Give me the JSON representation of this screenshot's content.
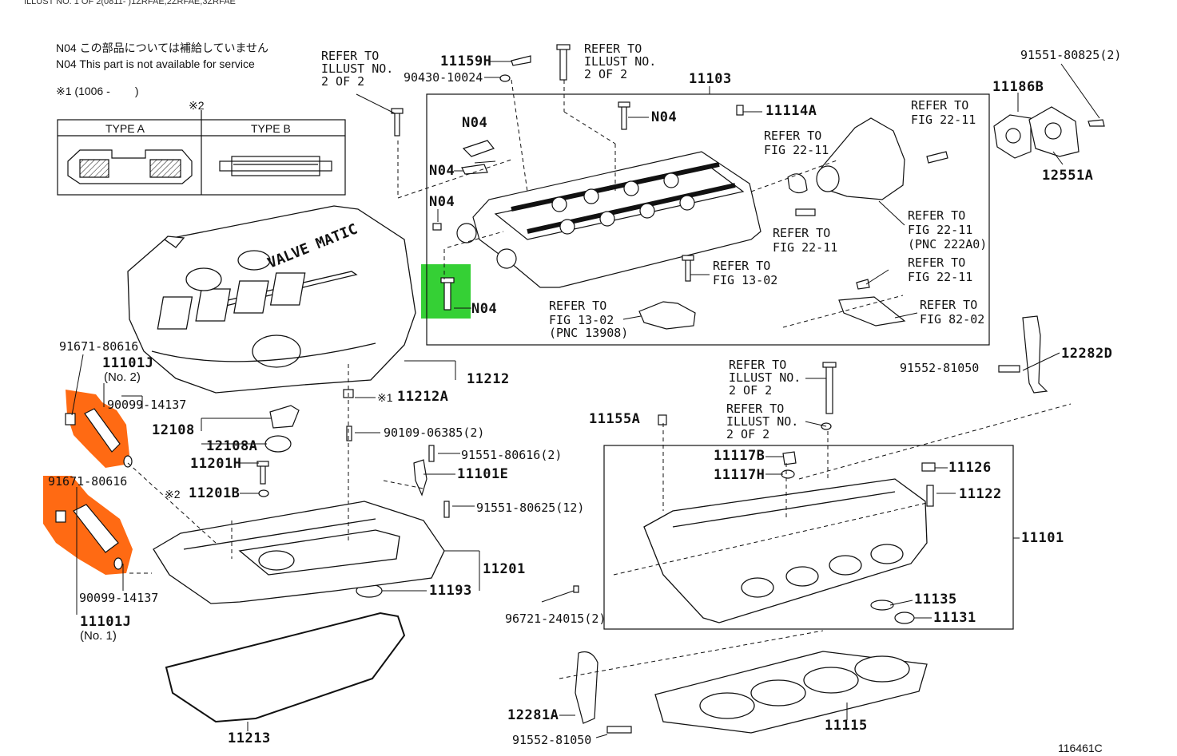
{
  "header": {
    "illust_caption": "ILLUST NO. 1 OF 2(0811- )1ZRFAE,2ZRFAE,3ZRFAE",
    "note_jp": "N04 この部品については補給していません",
    "note_en": "N04 This part is not available for service",
    "note_range": "※1 (1006 -        )",
    "note_mark2": "※2",
    "type_a": "TYPE A",
    "type_b": "TYPE B"
  },
  "cover_text": "VALVE MATIC",
  "ref": {
    "illust_top": [
      "REFER TO",
      "ILLUST NO.",
      "2 OF 2"
    ],
    "illust_mid": [
      "REFER TO",
      "ILLUST NO.",
      "2 OF 2"
    ],
    "illust_a": [
      "REFER TO",
      "ILLUST NO.",
      "2 OF 2"
    ],
    "illust_b": [
      "REFER TO",
      "ILLUST NO.",
      "2 OF 2"
    ],
    "fig2211_a": [
      "REFER TO",
      "FIG 22-11"
    ],
    "fig2211_b": [
      "REFER TO",
      "FIG 22-11"
    ],
    "fig2211_c": [
      "REFER TO",
      "FIG 22-11"
    ],
    "fig2211_d": [
      "REFER TO",
      "FIG 22-11",
      "(PNC 222A0)"
    ],
    "fig2211_e": [
      "REFER TO",
      "FIG 22-11"
    ],
    "fig1302_a": [
      "REFER TO",
      "FIG 13-02"
    ],
    "fig1302_b": [
      "REFER TO",
      "FIG 13-02",
      "(PNC 13908)"
    ],
    "fig8202": [
      "REFER TO",
      "FIG 82-02"
    ]
  },
  "parts": {
    "p11159H": "11159H",
    "p90430": "90430-10024",
    "p11103": "11103",
    "p91551_80825": "91551-80825(2)",
    "p11186B": "11186B",
    "p12551A": "12551A",
    "p11114A": "11114A",
    "n04_a": "N04",
    "n04_b": "N04",
    "n04_c": "N04",
    "n04_d": "N04",
    "n04_e": "N04",
    "p91671_a": "91671-80616",
    "p11101J_a": "11101J",
    "no2": "(No. 2)",
    "p90099_a": "90099-14137",
    "p91671_b": "91671-80616",
    "p90099_b": "90099-14137",
    "p11101J_b": "11101J",
    "no1": "(No. 1)",
    "p11212": "11212",
    "p11212A": "11212A",
    "mark1": "※1",
    "p12108": "12108",
    "p12108A": "12108A",
    "p11201H": "11201H",
    "mark2": "※2",
    "p11201B": "11201B",
    "p90109": "90109-06385(2)",
    "p91551_80616": "91551-80616(2)",
    "p11101E": "11101E",
    "p91551_80625": "91551-80625(12)",
    "p11201": "11201",
    "p11193": "11193",
    "p11213": "11213",
    "p91552_a": "91552-81050",
    "p12282D": "12282D",
    "p11155A": "11155A",
    "p11117B": "11117B",
    "p11117H": "11117H",
    "p11126": "11126",
    "p11122": "11122",
    "p11101": "11101",
    "p96721": "96721-24015(2)",
    "p11135": "11135",
    "p11131": "11131",
    "p12281A": "12281A",
    "p91552_b": "91552-81050",
    "p11115": "11115"
  },
  "footer_code": "116461C",
  "colors": {
    "highlight_orange": "#ff6a13",
    "highlight_green": "#35d035",
    "line": "#111111"
  }
}
